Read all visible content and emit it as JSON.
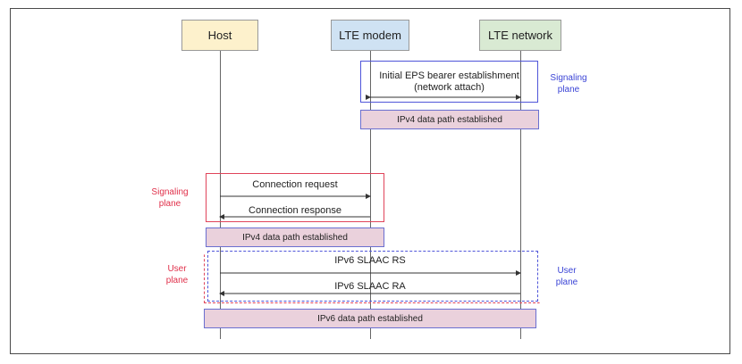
{
  "actors": {
    "host": "Host",
    "modem": "LTE modem",
    "network": "LTE network"
  },
  "colors": {
    "host_fill": "#fdf1cc",
    "modem_fill": "#cfe2f3",
    "network_fill": "#d9ead3",
    "band_fill": "#ead1dc",
    "signaling_blue": "#4f55d9",
    "signaling_red": "#e0445a"
  },
  "top_section": {
    "bearer_line1": "Initial EPS bearer establishment",
    "bearer_line2": "(network attach)",
    "signaling_label_line1": "Signaling",
    "signaling_label_line2": "plane",
    "ipv4_band": "IPv4 data path established"
  },
  "middle_section": {
    "signaling_label_line1": "Signaling",
    "signaling_label_line2": "plane",
    "connection_request": "Connection request",
    "connection_response": "Connection response",
    "ipv4_band": "IPv4 data path established"
  },
  "bottom_section": {
    "user_label_left_line1": "User",
    "user_label_left_line2": "plane",
    "user_label_right_line1": "User",
    "user_label_right_line2": "plane",
    "slaac_rs": "IPv6 SLAAC RS",
    "slaac_ra": "IPv6 SLAAC RA",
    "ipv6_band": "IPv6 data path established"
  }
}
